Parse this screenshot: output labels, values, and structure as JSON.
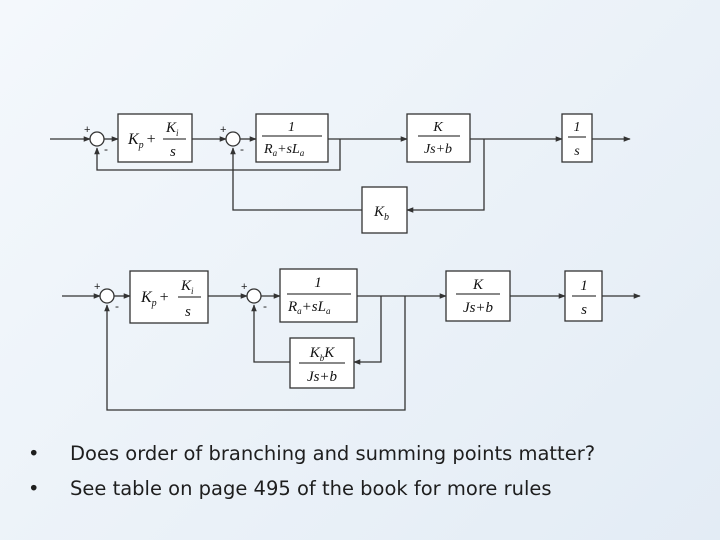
{
  "colors": {
    "line": "#333333",
    "block_fill": "#ffffff",
    "text": "#1e1e1e"
  },
  "diagram_top": {
    "blocks": {
      "pi": {
        "k_p": "K",
        "k_p_sub": "p",
        "plus": "+",
        "k_i": "K",
        "k_i_sub": "i",
        "den": "s"
      },
      "armature": {
        "num": "1",
        "r": "R",
        "r_sub": "a",
        "plus_s": "+sL",
        "l_sub": "a"
      },
      "mechanical": {
        "num": "K",
        "den": "Js+b"
      },
      "integrator": {
        "num": "1",
        "den": "s"
      },
      "back_emf": {
        "k": "K",
        "k_sub": "b"
      }
    },
    "signs": {
      "sum1_plus": "+",
      "sum1_minus": "-",
      "sum2_plus": "+",
      "sum2_minus": "-"
    }
  },
  "diagram_bottom": {
    "blocks": {
      "pi": {
        "k_p": "K",
        "k_p_sub": "p",
        "plus": "+",
        "k_i": "K",
        "k_i_sub": "i",
        "den": "s"
      },
      "armature": {
        "num": "1",
        "r": "R",
        "r_sub": "a",
        "plus_s": "+sL",
        "l_sub": "a"
      },
      "mechanical": {
        "num": "K",
        "den": "Js+b"
      },
      "integrator": {
        "num": "1",
        "den": "s"
      },
      "feedback": {
        "k_b": "K",
        "k_b_sub": "b",
        "k": "K",
        "den": "Js+b"
      }
    },
    "signs": {
      "sum1_plus": "+",
      "sum1_minus": "-",
      "sum2_plus": "+",
      "sum2_minus": "-"
    }
  },
  "bullets": [
    {
      "marker": "•",
      "text": "Does order of branching and summing points matter?"
    },
    {
      "marker": "•",
      "text": "See table on page 495 of the book for more rules"
    }
  ]
}
